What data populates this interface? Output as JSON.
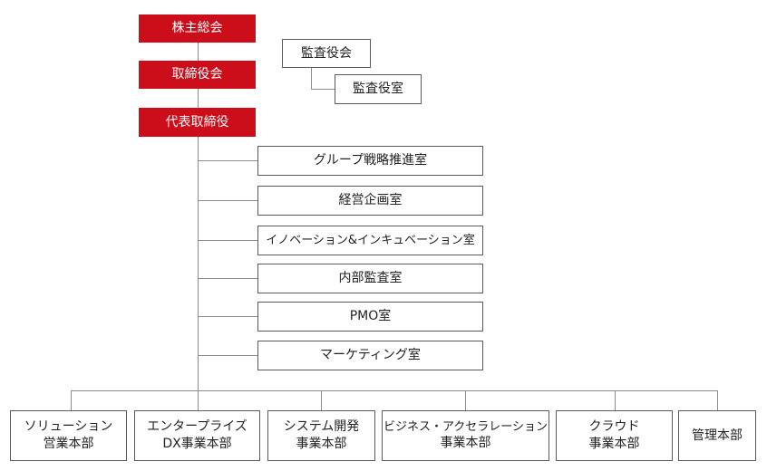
{
  "exec": {
    "shareholders": "株主総会",
    "board": "取締役会",
    "president": "代表取締役"
  },
  "audit": {
    "board": "監査役会",
    "office": "監査役室"
  },
  "staff": [
    "グループ戦略推進室",
    "経営企画室",
    "イノベーション&インキュベーション室",
    "内部監査室",
    "PMO室",
    "マーケティング室"
  ],
  "divisions": [
    {
      "line1": "ソリューション",
      "line2": "営業本部"
    },
    {
      "line1": "エンタープライズ",
      "line2": "DX事業本部"
    },
    {
      "line1": "システム開発",
      "line2": "事業本部"
    },
    {
      "line1": "ビジネス・アクセラレーション",
      "line2": "事業本部"
    },
    {
      "line1": "クラウド",
      "line2": "事業本部"
    },
    {
      "line1": "管理本部",
      "line2": ""
    }
  ],
  "colors": {
    "exec_fill": "#cc0e1b",
    "line": "#8c8c8c",
    "border": "#5a5a5a"
  }
}
